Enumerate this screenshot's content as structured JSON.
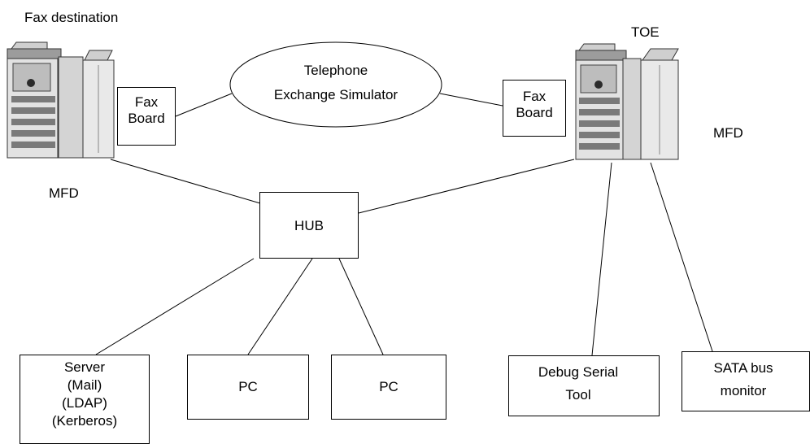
{
  "labels": {
    "fax_destination": "Fax destination",
    "toe": "TOE",
    "mfd_left": "MFD",
    "mfd_right": "MFD"
  },
  "simulator": {
    "line1": "Telephone",
    "line2": "Exchange Simulator"
  },
  "fax_board_left": {
    "line1": "Fax",
    "line2": "Board"
  },
  "fax_board_right": {
    "line1": "Fax",
    "line2": "Board"
  },
  "hub": {
    "label": "HUB"
  },
  "server": {
    "line1": "Server",
    "line2": "(Mail)",
    "line3": "(LDAP)",
    "line4": "(Kerberos)"
  },
  "pc1": {
    "label": "PC"
  },
  "pc2": {
    "label": "PC"
  },
  "debug_tool": {
    "line1": "Debug Serial",
    "line2": "Tool"
  },
  "sata_monitor": {
    "line1": "SATA bus",
    "line2": "monitor"
  },
  "colors": {
    "line": "#000000",
    "printer_body": "#d8d8d8",
    "printer_dark": "#5a5a5a"
  }
}
